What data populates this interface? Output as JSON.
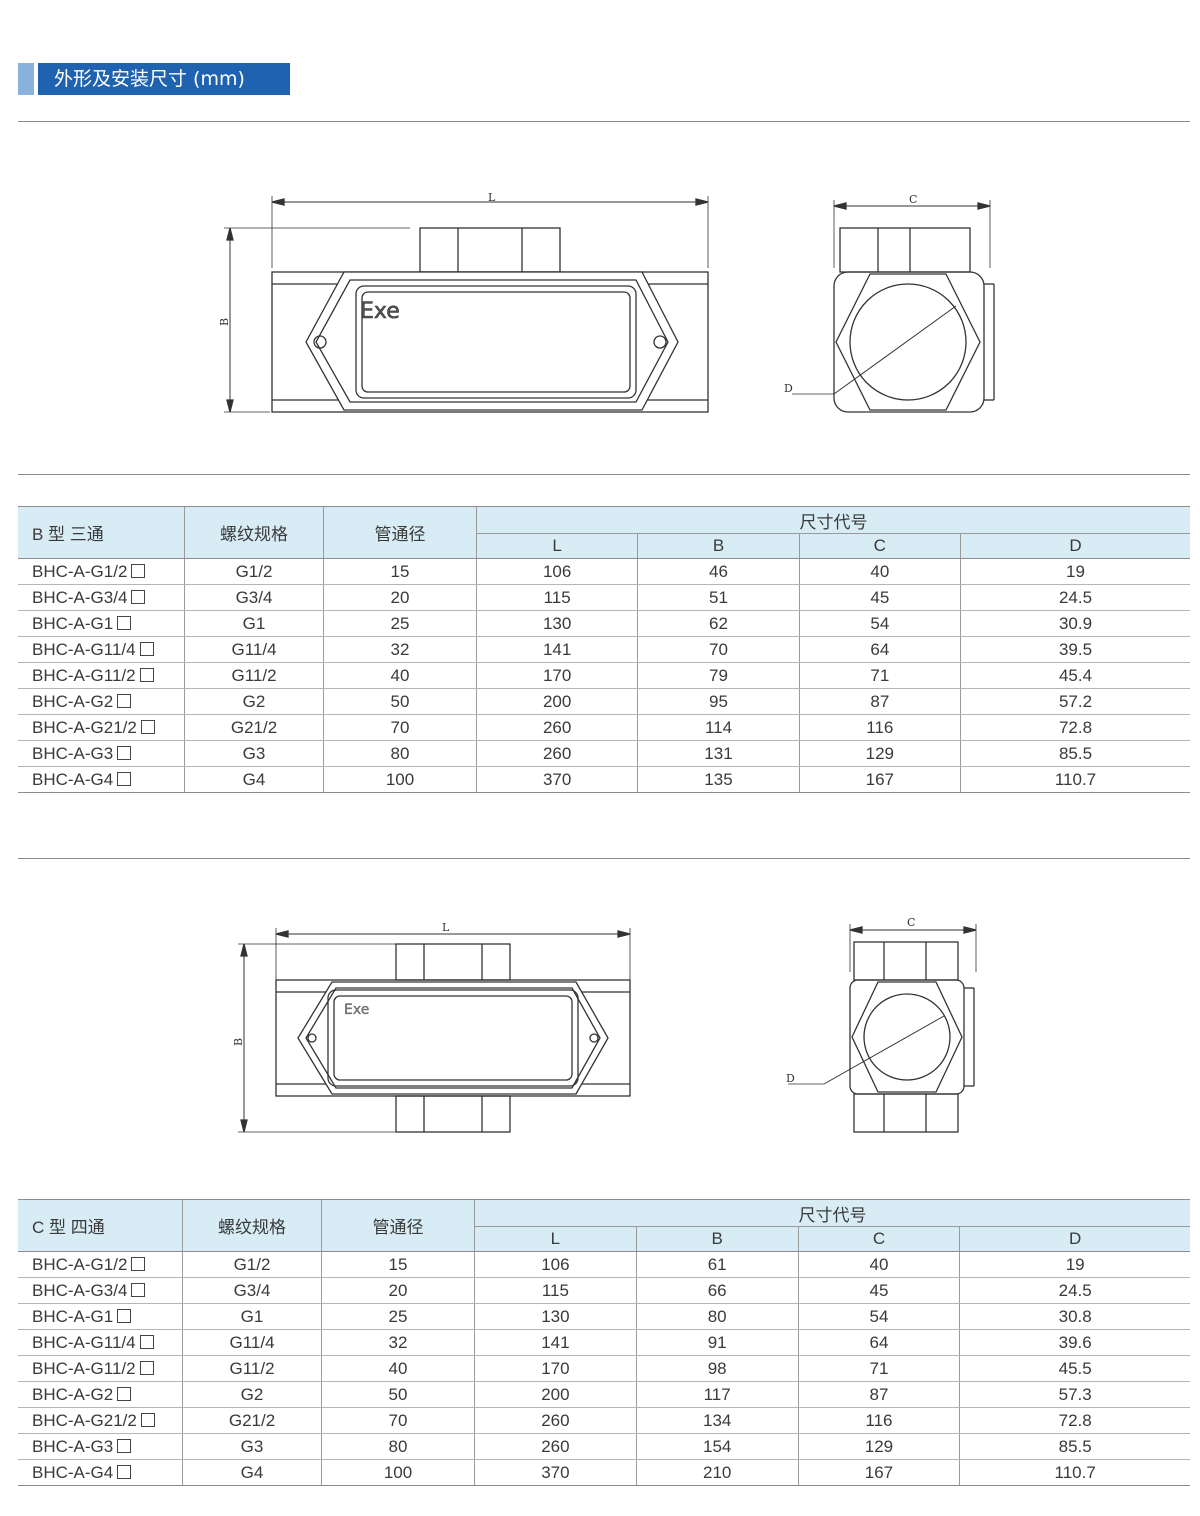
{
  "section": {
    "title": "外形及安装尺寸 (mm)"
  },
  "drawings": {
    "b_front": {
      "dim_L": "L",
      "dim_B": "B",
      "badge": "Exe"
    },
    "b_side": {
      "dim_C": "C",
      "dim_D": "D"
    },
    "c_front": {
      "dim_L": "L",
      "dim_B": "B",
      "badge": "Exe"
    },
    "c_side": {
      "dim_C": "C",
      "dim_D": "D"
    }
  },
  "table_b": {
    "title": "B 型 三通",
    "col_thread": "螺纹规格",
    "col_bore": "管通径",
    "group": "尺寸代号",
    "cols": [
      "L",
      "B",
      "C",
      "D"
    ],
    "rows": [
      [
        "BHC-A-G1/2",
        "G1/2",
        "15",
        "106",
        "46",
        "40",
        "19"
      ],
      [
        "BHC-A-G3/4",
        "G3/4",
        "20",
        "115",
        "51",
        "45",
        "24.5"
      ],
      [
        "BHC-A-G1",
        "G1",
        "25",
        "130",
        "62",
        "54",
        "30.9"
      ],
      [
        "BHC-A-G11/4",
        "G11/4",
        "32",
        "141",
        "70",
        "64",
        "39.5"
      ],
      [
        "BHC-A-G11/2",
        "G11/2",
        "40",
        "170",
        "79",
        "71",
        "45.4"
      ],
      [
        "BHC-A-G2",
        "G2",
        "50",
        "200",
        "95",
        "87",
        "57.2"
      ],
      [
        "BHC-A-G21/2",
        "G21/2",
        "70",
        "260",
        "114",
        "116",
        "72.8"
      ],
      [
        "BHC-A-G3",
        "G3",
        "80",
        "260",
        "131",
        "129",
        "85.5"
      ],
      [
        "BHC-A-G4",
        "G4",
        "100",
        "370",
        "135",
        "167",
        "110.7"
      ]
    ]
  },
  "table_c": {
    "title": "C 型 四通",
    "col_thread": "螺纹规格",
    "col_bore": "管通径",
    "group": "尺寸代号",
    "cols": [
      "L",
      "B",
      "C",
      "D"
    ],
    "rows": [
      [
        "BHC-A-G1/2",
        "G1/2",
        "15",
        "106",
        "61",
        "40",
        "19"
      ],
      [
        "BHC-A-G3/4",
        "G3/4",
        "20",
        "115",
        "66",
        "45",
        "24.5"
      ],
      [
        "BHC-A-G1",
        "G1",
        "25",
        "130",
        "80",
        "54",
        "30.8"
      ],
      [
        "BHC-A-G11/4",
        "G11/4",
        "32",
        "141",
        "91",
        "64",
        "39.6"
      ],
      [
        "BHC-A-G11/2",
        "G11/2",
        "40",
        "170",
        "98",
        "71",
        "45.5"
      ],
      [
        "BHC-A-G2",
        "G2",
        "50",
        "200",
        "117",
        "87",
        "57.3"
      ],
      [
        "BHC-A-G21/2",
        "G21/2",
        "70",
        "260",
        "134",
        "116",
        "72.8"
      ],
      [
        "BHC-A-G3",
        "G3",
        "80",
        "260",
        "154",
        "129",
        "85.5"
      ],
      [
        "BHC-A-G4",
        "G4",
        "100",
        "370",
        "210",
        "167",
        "110.7"
      ]
    ]
  }
}
